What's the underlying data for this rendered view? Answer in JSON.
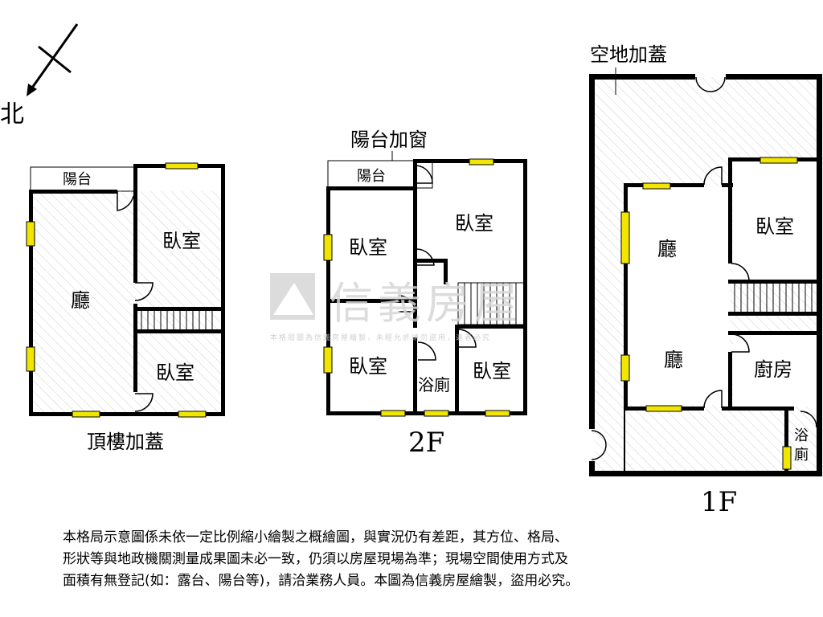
{
  "compass": {
    "label": "北"
  },
  "floors": {
    "rooftop": {
      "caption": "頂樓加蓋",
      "balcony": "陽台",
      "rooms": [
        "廳",
        "臥室",
        "臥室"
      ]
    },
    "second": {
      "caption": "2F",
      "balcony_note": "陽台加窗",
      "balcony": "陽台",
      "rooms": [
        "臥室",
        "臥室",
        "臥室",
        "浴廁",
        "臥室"
      ]
    },
    "first": {
      "caption": "1F",
      "yard_note": "空地加蓋",
      "rooms": [
        "廳",
        "臥室",
        "廳",
        "廚房",
        "浴",
        "廁"
      ]
    }
  },
  "watermark": {
    "brand": "信義房屋",
    "small": "本格局圖為信義房屋繪製，未經允許請勿盜用，違者必究"
  },
  "disclaimer": [
    "本格局示意圖係未依一定比例縮小繪製之概繪圖，與實況仍有差距，其方位、格局、",
    "形狀等與地政機關測量成果圖未必一致，仍須以房屋現場為準；現場空間使用方式及",
    "面積有無登記(如：露台、陽台等)，請洽業務人員。本圖為信義房屋繪製，盜用必究。"
  ],
  "colors": {
    "wall": "#000000",
    "window": "#f2e600",
    "hatch": "#c9c9c9"
  }
}
